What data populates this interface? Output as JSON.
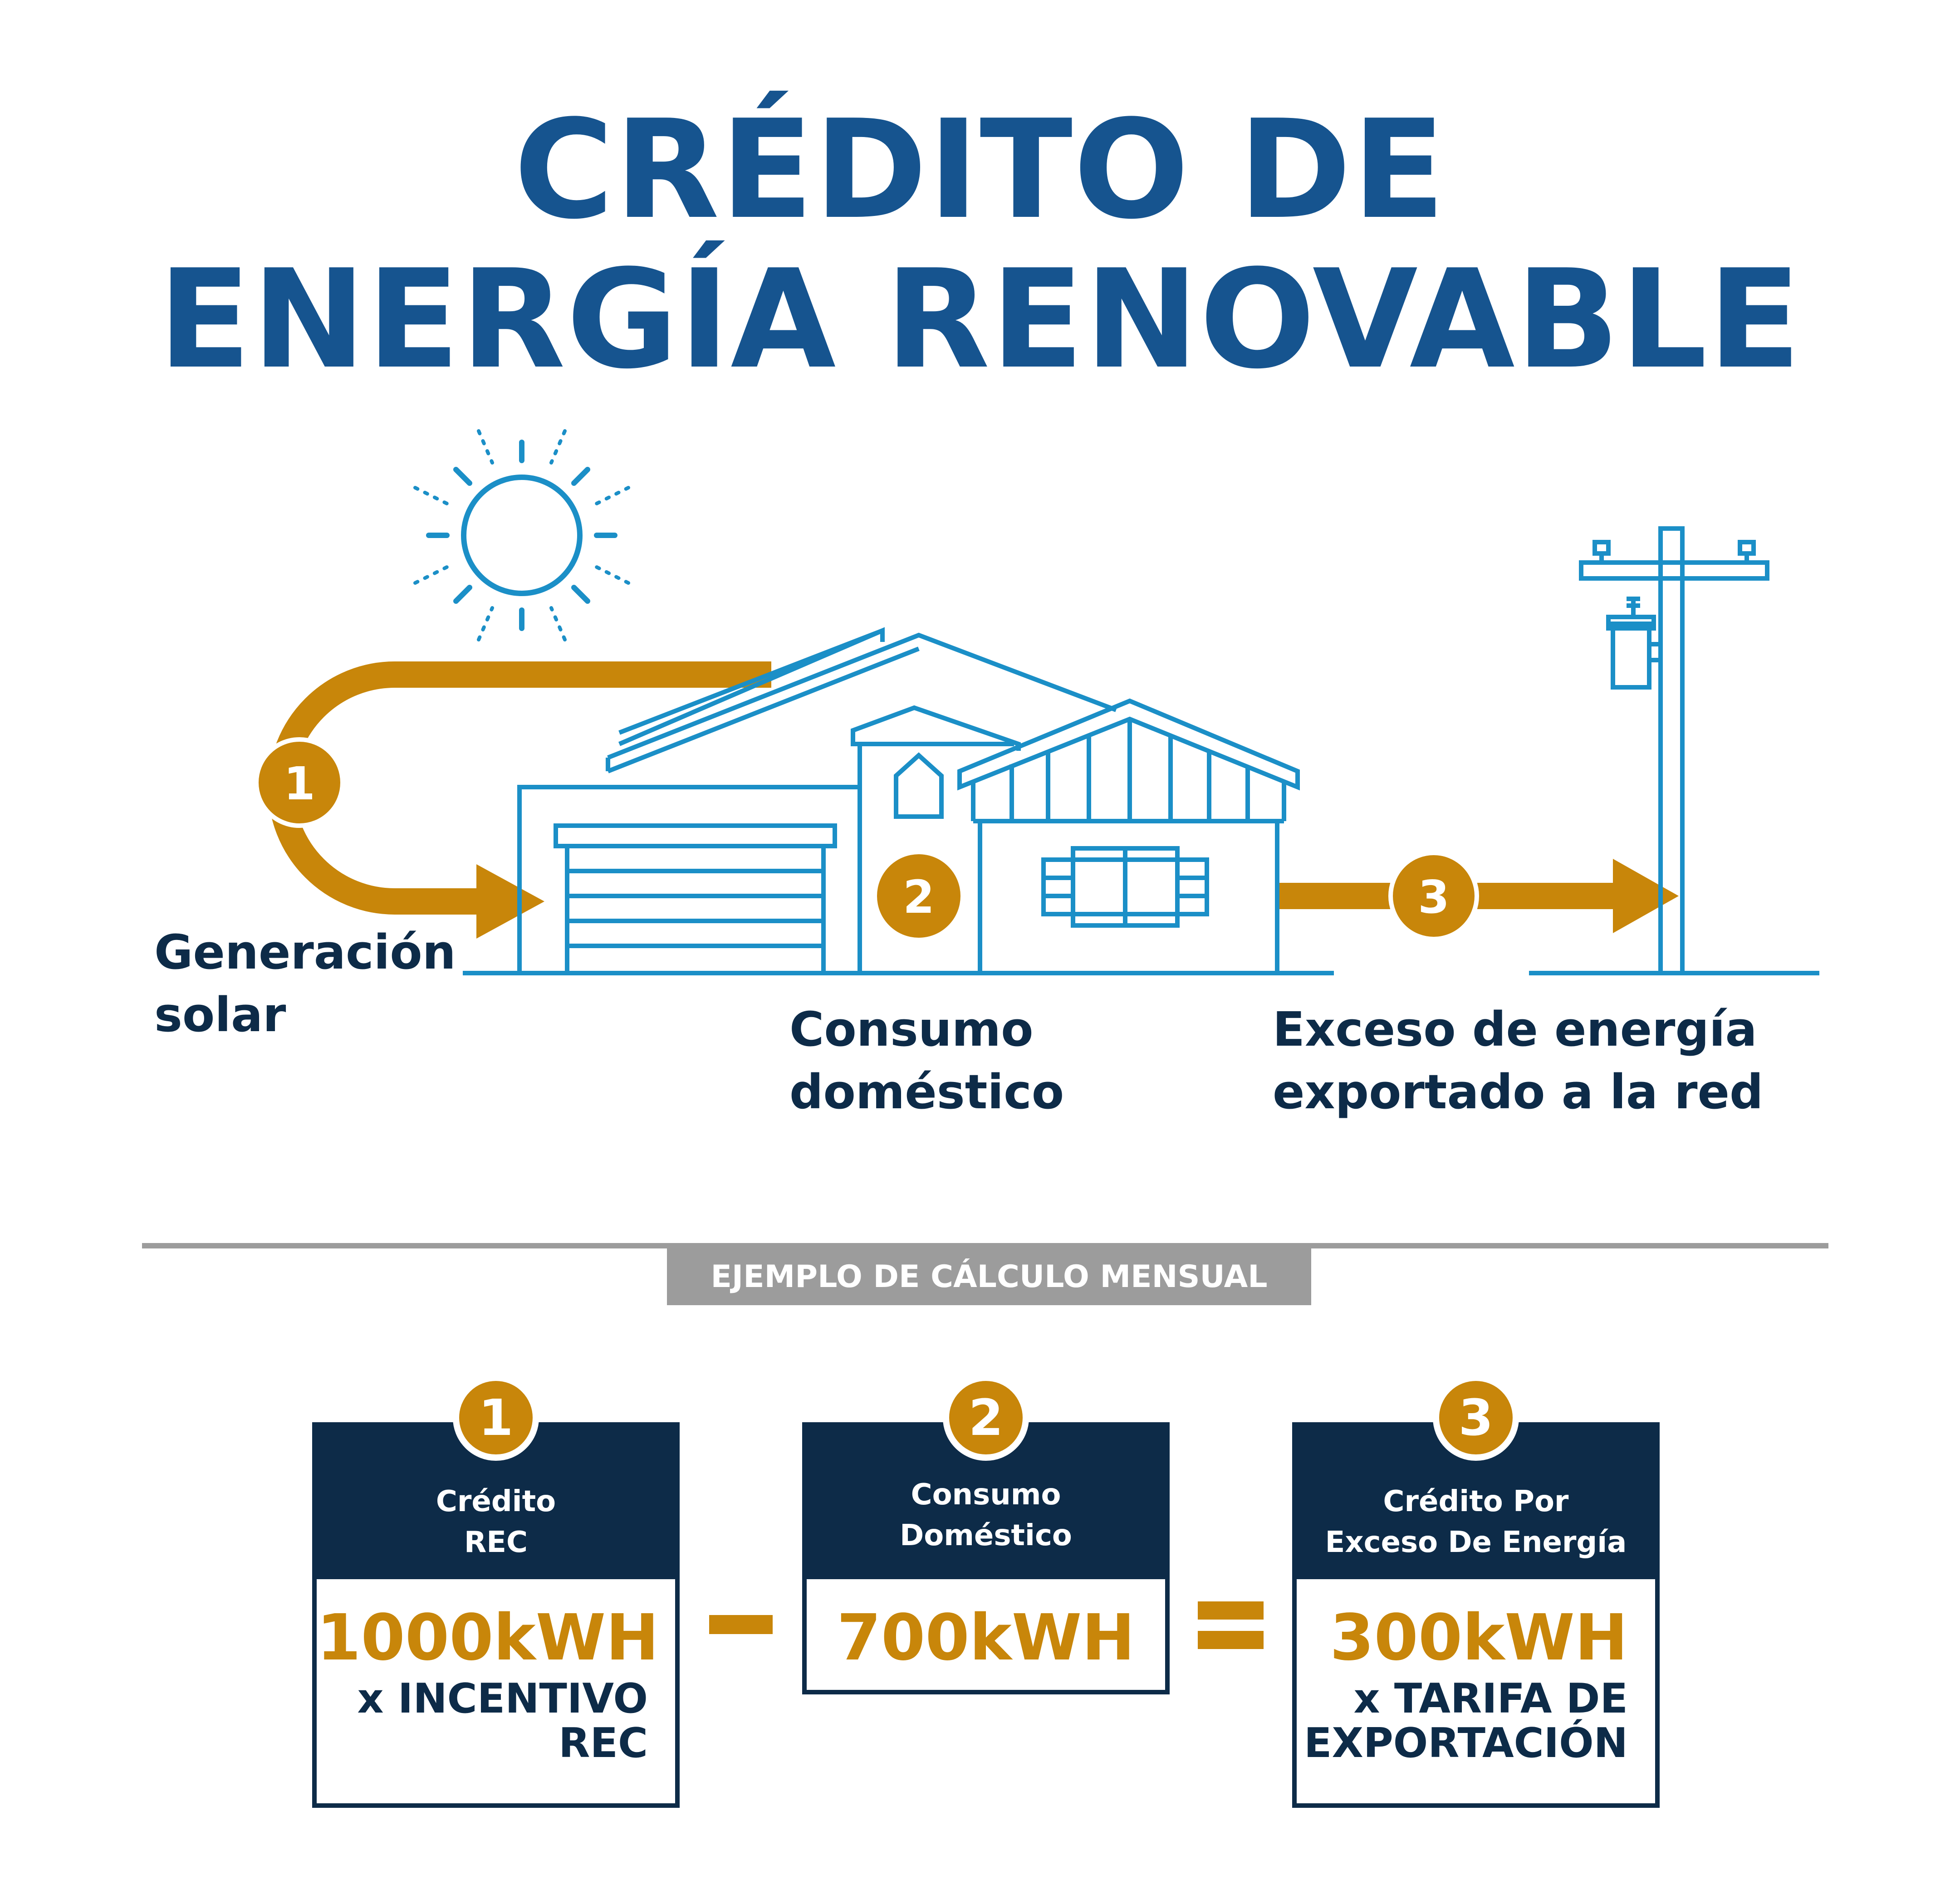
{
  "title": {
    "line1": "CRÉDITO DE",
    "line2": "ENERGÍA RENOVABLE"
  },
  "colors": {
    "primary_blue": "#16548f",
    "navy": "#0d2b48",
    "gold": "#c8860a",
    "line_blue": "#1b8fc7",
    "gray": "#9c9c9c"
  },
  "diagram": {
    "steps": [
      {
        "number": "1",
        "label_line1": "Generación",
        "label_line2": "solar"
      },
      {
        "number": "2",
        "label_line1": "Consumo",
        "label_line2": "doméstico"
      },
      {
        "number": "3",
        "label_line1": "Exceso de energía",
        "label_line2": "exportado a la red"
      }
    ],
    "icons": [
      "sun-icon",
      "house-icon",
      "utility-pole-icon"
    ]
  },
  "example": {
    "banner": "EJEMPLO DE CÁLCULO MENSUAL",
    "cards": [
      {
        "number": "1",
        "head_line1": "Crédito",
        "head_line2": "REC",
        "value": "1000kWH",
        "sub_line1": "x INCENTIVO",
        "sub_line2": "REC"
      },
      {
        "number": "2",
        "head_line1": "Consumo",
        "head_line2": "Doméstico",
        "value": "700kWH",
        "sub_line1": "",
        "sub_line2": ""
      },
      {
        "number": "3",
        "head_line1": "Crédito Por",
        "head_line2": "Exceso De Energía",
        "value": "300kWH",
        "sub_line1": "x TARIFA DE",
        "sub_line2": "EXPORTACIÓN"
      }
    ],
    "operators": [
      "minus",
      "equals"
    ]
  }
}
